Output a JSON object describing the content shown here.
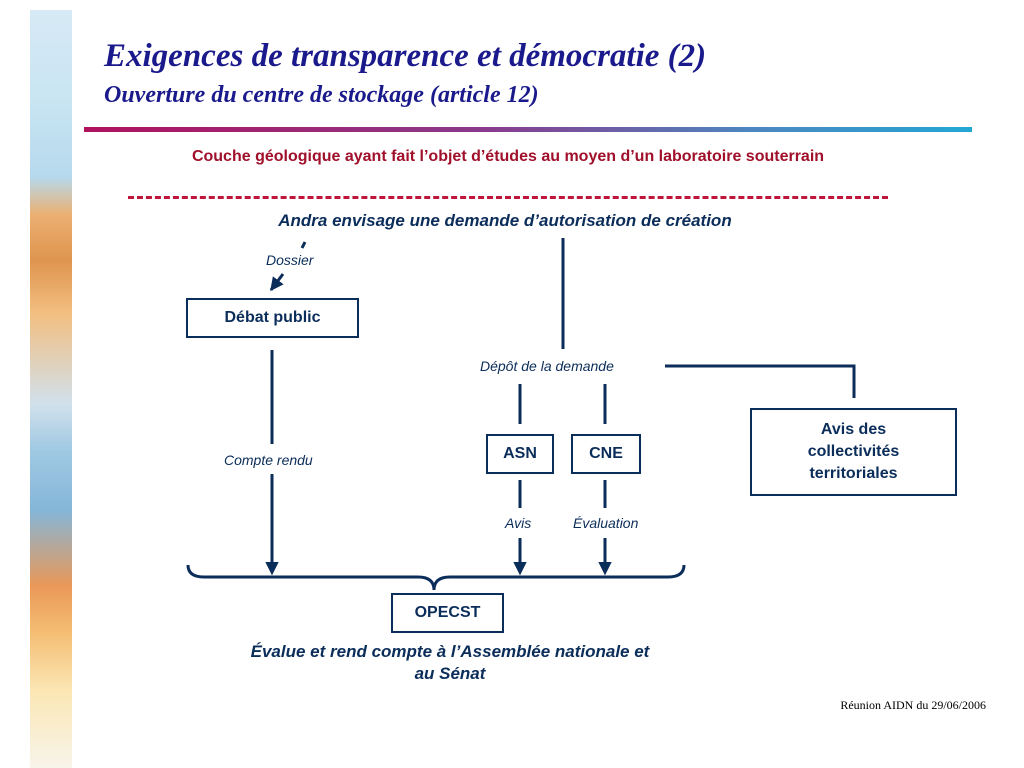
{
  "header": {
    "title": "Exigences de transparence et démocratie (2)",
    "subtitle": "Ouverture du centre de stockage (article 12)"
  },
  "diagram": {
    "couche": "Couche géologique ayant fait l’objet d’études au moyen d’un laboratoire souterrain",
    "andra": "Andra envisage une demande d’autorisation de création",
    "labels": {
      "dossier": "Dossier",
      "depot": "Dépôt de la demande",
      "compte_rendu": "Compte rendu",
      "avis": "Avis",
      "evaluation": "Évaluation"
    },
    "boxes": {
      "debat_public": "Débat public",
      "asn": "ASN",
      "cne": "CNE",
      "avis_collectivites": "Avis des collectivités territoriales",
      "opecst": "OPECST"
    },
    "conclusion": "Évalue et rend compte à l’Assemblée nationale et au Sénat"
  },
  "footer": {
    "text": "Réunion AIDN du 29/06/2006"
  },
  "colors": {
    "title": "#1a1a8c",
    "accent_red": "#a0102a",
    "diagram_navy": "#0b2d5a"
  }
}
